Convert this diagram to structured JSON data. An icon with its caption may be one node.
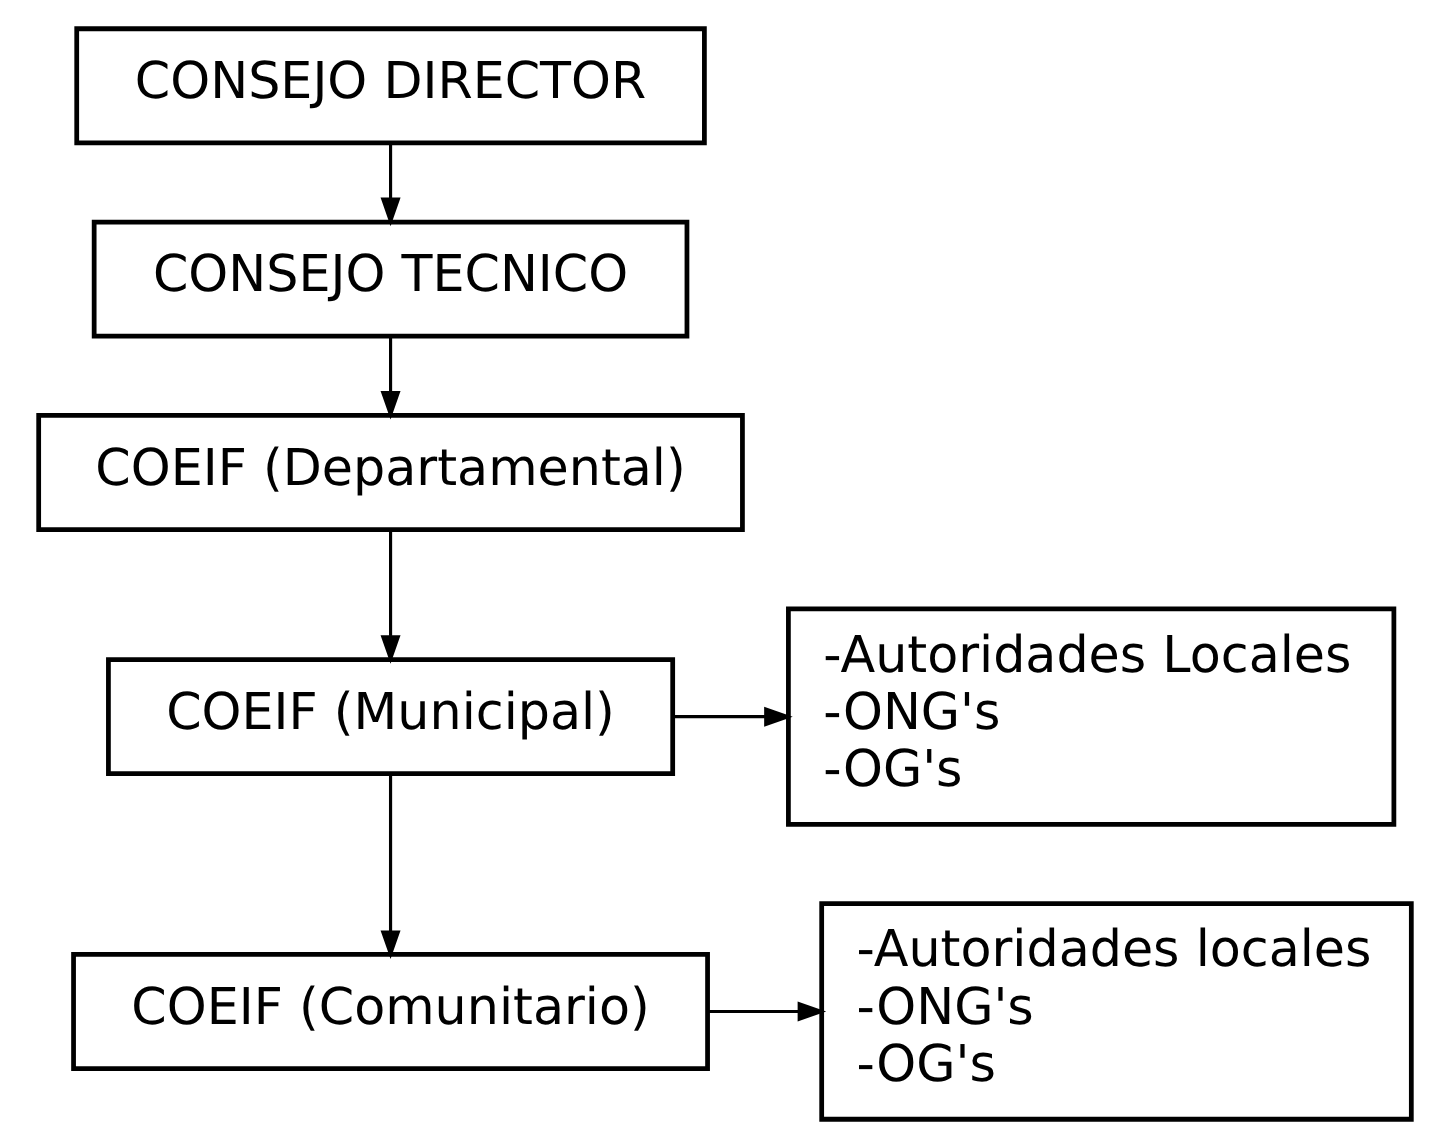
{
  "diagram": {
    "nodes": [
      {
        "text": [
          "CONSEJO DIRECTOR"
        ]
      },
      {
        "text": [
          "CONSEJO TECNICO"
        ]
      },
      {
        "text": [
          "COEIF (Departamental)"
        ]
      },
      {
        "text": [
          "COEIF (Municipal)"
        ]
      },
      {
        "text": [
          "-Autoridades Locales",
          "-ONG's",
          "-OG's"
        ]
      },
      {
        "text": [
          "COEIF (Comunitario)"
        ]
      },
      {
        "text": [
          "-Autoridades locales",
          "-ONG's",
          "-OG's"
        ]
      }
    ],
    "edges": [
      {
        "from": 0,
        "to": 1,
        "arrow": "to"
      },
      {
        "from": 1,
        "to": 2,
        "arrow": "to"
      },
      {
        "from": 2,
        "to": 3,
        "arrow": "to"
      },
      {
        "from": 3,
        "to": 4,
        "arrow": "to"
      },
      {
        "from": 3,
        "to": 5,
        "arrow": "to"
      },
      {
        "from": 5,
        "to": 6,
        "arrow": "to"
      }
    ]
  }
}
